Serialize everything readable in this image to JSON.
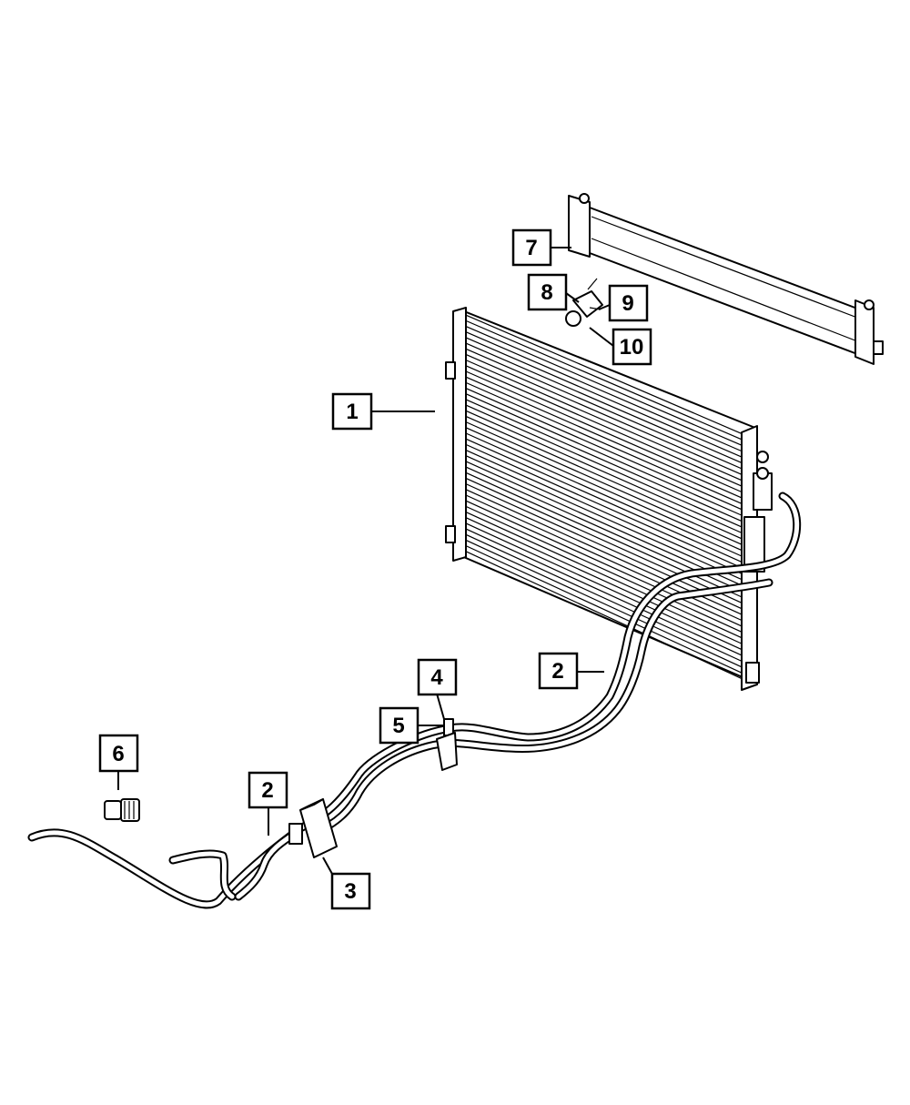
{
  "callouts": [
    {
      "id": "c1",
      "label": "1"
    },
    {
      "id": "c2a",
      "label": "2"
    },
    {
      "id": "c2b",
      "label": "2"
    },
    {
      "id": "c3",
      "label": "3"
    },
    {
      "id": "c4",
      "label": "4"
    },
    {
      "id": "c5",
      "label": "5"
    },
    {
      "id": "c6",
      "label": "6"
    },
    {
      "id": "c7",
      "label": "7"
    },
    {
      "id": "c8",
      "label": "8"
    },
    {
      "id": "c9",
      "label": "9"
    },
    {
      "id": "c10",
      "label": "10"
    }
  ],
  "colors": {
    "line": "#000000",
    "background": "#ffffff"
  }
}
